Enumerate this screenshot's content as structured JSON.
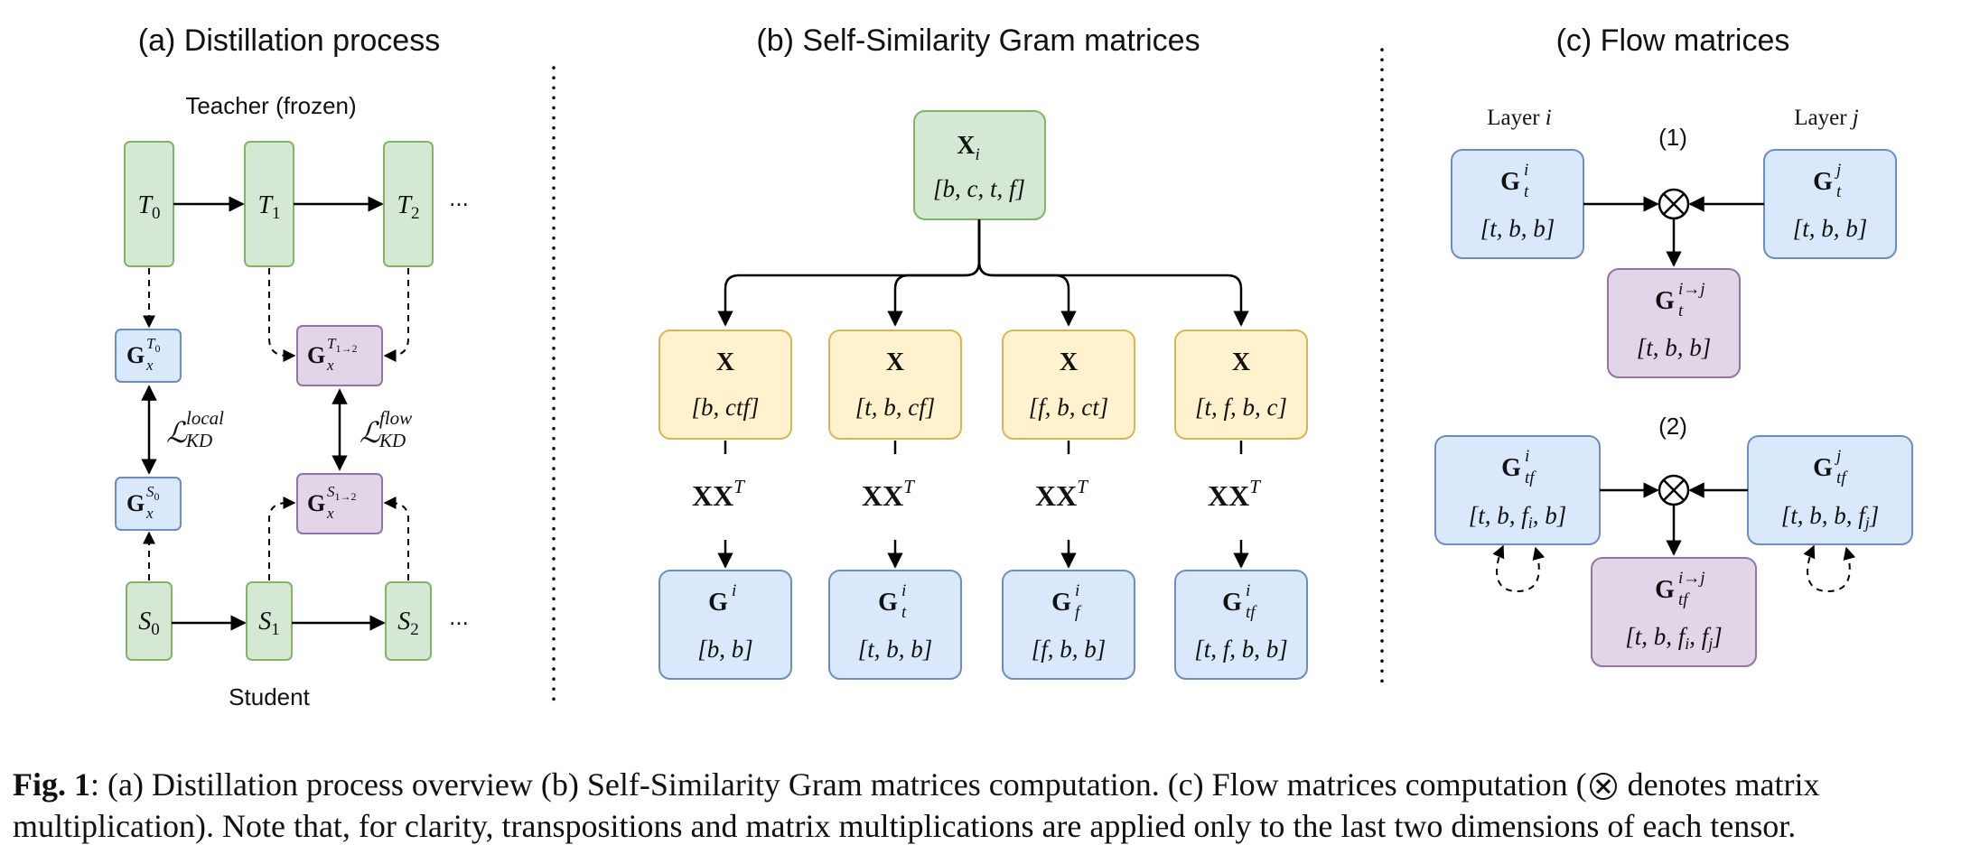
{
  "panel_a": {
    "title": "(a) Distillation process",
    "teacher_label": "Teacher (frozen)",
    "student_label": "Student",
    "ellipsis": "...",
    "loss_local": "local",
    "loss_flow": "flow",
    "loss_sub": "KD"
  },
  "panel_b": {
    "title": "(b) Self-Similarity Gram matrices",
    "input_dims": "[b, c, t, f]",
    "reshapes": [
      "[b, ctf]",
      "[t, b, cf]",
      "[f, b, ct]",
      "[t, f, b, c]"
    ],
    "grams": [
      "[b, b]",
      "[t, b, b]",
      "[f, b, b]",
      "[t, f, b, b]"
    ],
    "gram_subs": [
      "",
      "t",
      "f",
      "tf"
    ]
  },
  "panel_c": {
    "title": "(c) Flow matrices",
    "layer_i": "Layer",
    "layer_j": "Layer",
    "step1": "(1)",
    "step2": "(2)",
    "dims_t": "[t, b, b]",
    "dims_tf_i": "[t, b, f",
    "dims_tf_j": "[t, b, b, f",
    "dims_flow_tf": "[t, b, f"
  },
  "caption": {
    "fig_label": "Fig. 1",
    "text1": ": (a) Distillation process overview (b) Self-Similarity Gram matrices computation. (c) Flow matrices computation (",
    "text2": " denotes matrix multiplication). Note that, for clarity, transpositions and matrix multiplications are applied only to the last two dimensions of each tensor."
  }
}
